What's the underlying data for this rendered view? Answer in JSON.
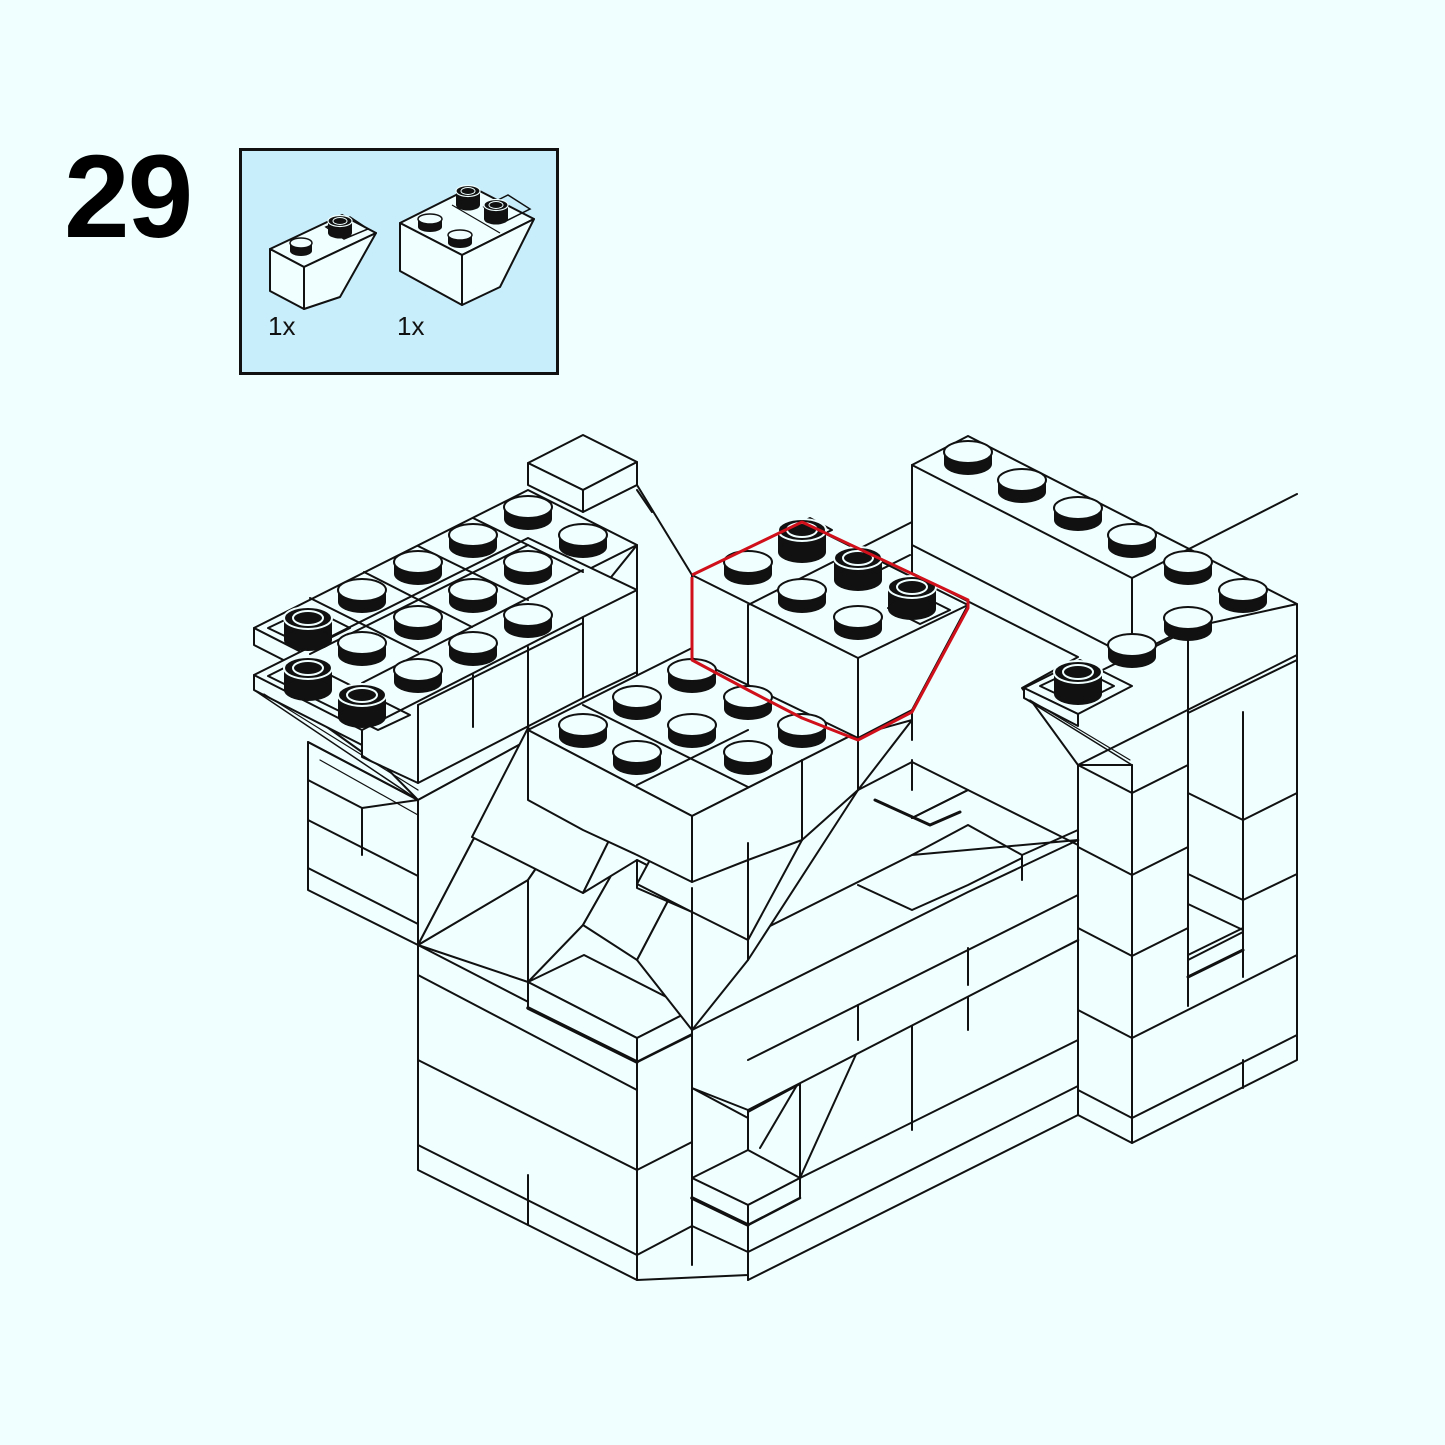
{
  "step": {
    "number": "29"
  },
  "parts_callout": {
    "background": "#C9EEFB",
    "border": "#111111",
    "parts": [
      {
        "name": "slope-inverted-2x2 (1x2 top, inverted 45°)",
        "qty": "1x",
        "color": "white",
        "studs": 2,
        "hollow_studs": 1
      },
      {
        "name": "slope-inverted-2x2 (2x2 top, inverted 45°)",
        "qty": "1x",
        "color": "white",
        "studs": 4,
        "hollow_studs": 2
      }
    ]
  },
  "model": {
    "description": "Isometric line-art of white brick build; newly added parts highlighted",
    "highlight_color": "#D0101A",
    "line_color": "#111111",
    "fill_color": "#F0FFFF"
  },
  "colors": {
    "page_background": "#F0FFFF",
    "text": "#000000"
  }
}
